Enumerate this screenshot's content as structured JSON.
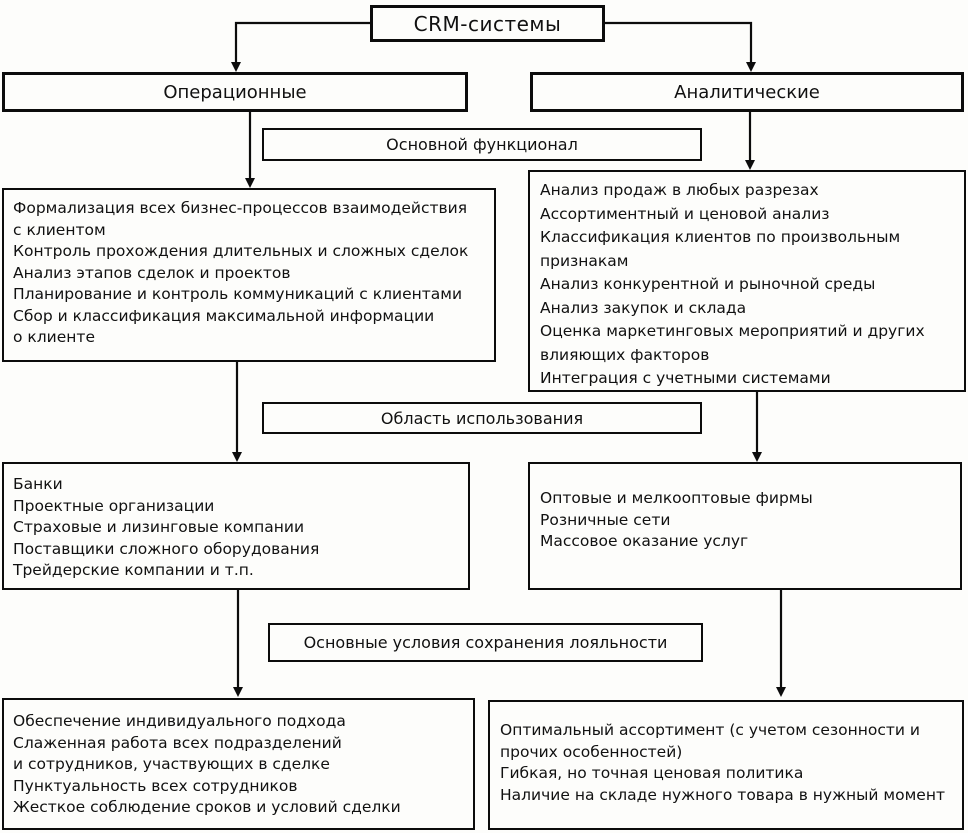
{
  "diagram": {
    "title": "CRM-системы",
    "branches": {
      "left": "Операционные",
      "right": "Аналитические"
    },
    "section_labels": {
      "functional": "Основной функционал",
      "usage": "Область использования",
      "loyalty": "Основные условия сохранения лояльности"
    },
    "boxes": {
      "functional_left": {
        "lines": [
          "Формализация всех бизнес-процессов взаимодействия",
          "с клиентом",
          "Контроль прохождения длительных и сложных сделок",
          "Анализ этапов сделок и проектов",
          "Планирование и контроль коммуникаций с клиентами",
          "Сбор и классификация максимальной информации",
          "о клиенте"
        ]
      },
      "functional_right": {
        "lines": [
          "Анализ продаж в любых разрезах",
          "Ассортиментный и ценовой анализ",
          "Классификация клиентов по произвольным",
          "признакам",
          "Анализ конкурентной и рыночной среды",
          "Анализ закупок и склада",
          "Оценка маркетинговых мероприятий и других",
          "влияющих факторов",
          "Интеграция с учетными системами"
        ]
      },
      "usage_left": {
        "lines": [
          "Банки",
          "Проектные организации",
          "Страховые и лизинговые компании",
          "Поставщики сложного оборудования",
          "Трейдерские компании и т.п."
        ]
      },
      "usage_right": {
        "lines": [
          "Оптовые и мелкооптовые фирмы",
          "Розничные сети",
          "Массовое оказание услуг"
        ]
      },
      "loyalty_left": {
        "lines": [
          "Обеспечение индивидуального подхода",
          "Слаженная работа всех подразделений",
          "и сотрудников, участвующих в сделке",
          "Пунктуальность всех сотрудников",
          "Жесткое соблюдение сроков и условий сделки"
        ]
      },
      "loyalty_right": {
        "lines": [
          "Оптимальный ассортимент (с учетом сезонности и",
          "прочих особенностей)",
          "Гибкая, но точная ценовая политика",
          "Наличие на складе нужного товара в нужный момент"
        ]
      }
    },
    "colors": {
      "ink": "#0c0c0c",
      "paper": "#fdfdfb"
    }
  }
}
